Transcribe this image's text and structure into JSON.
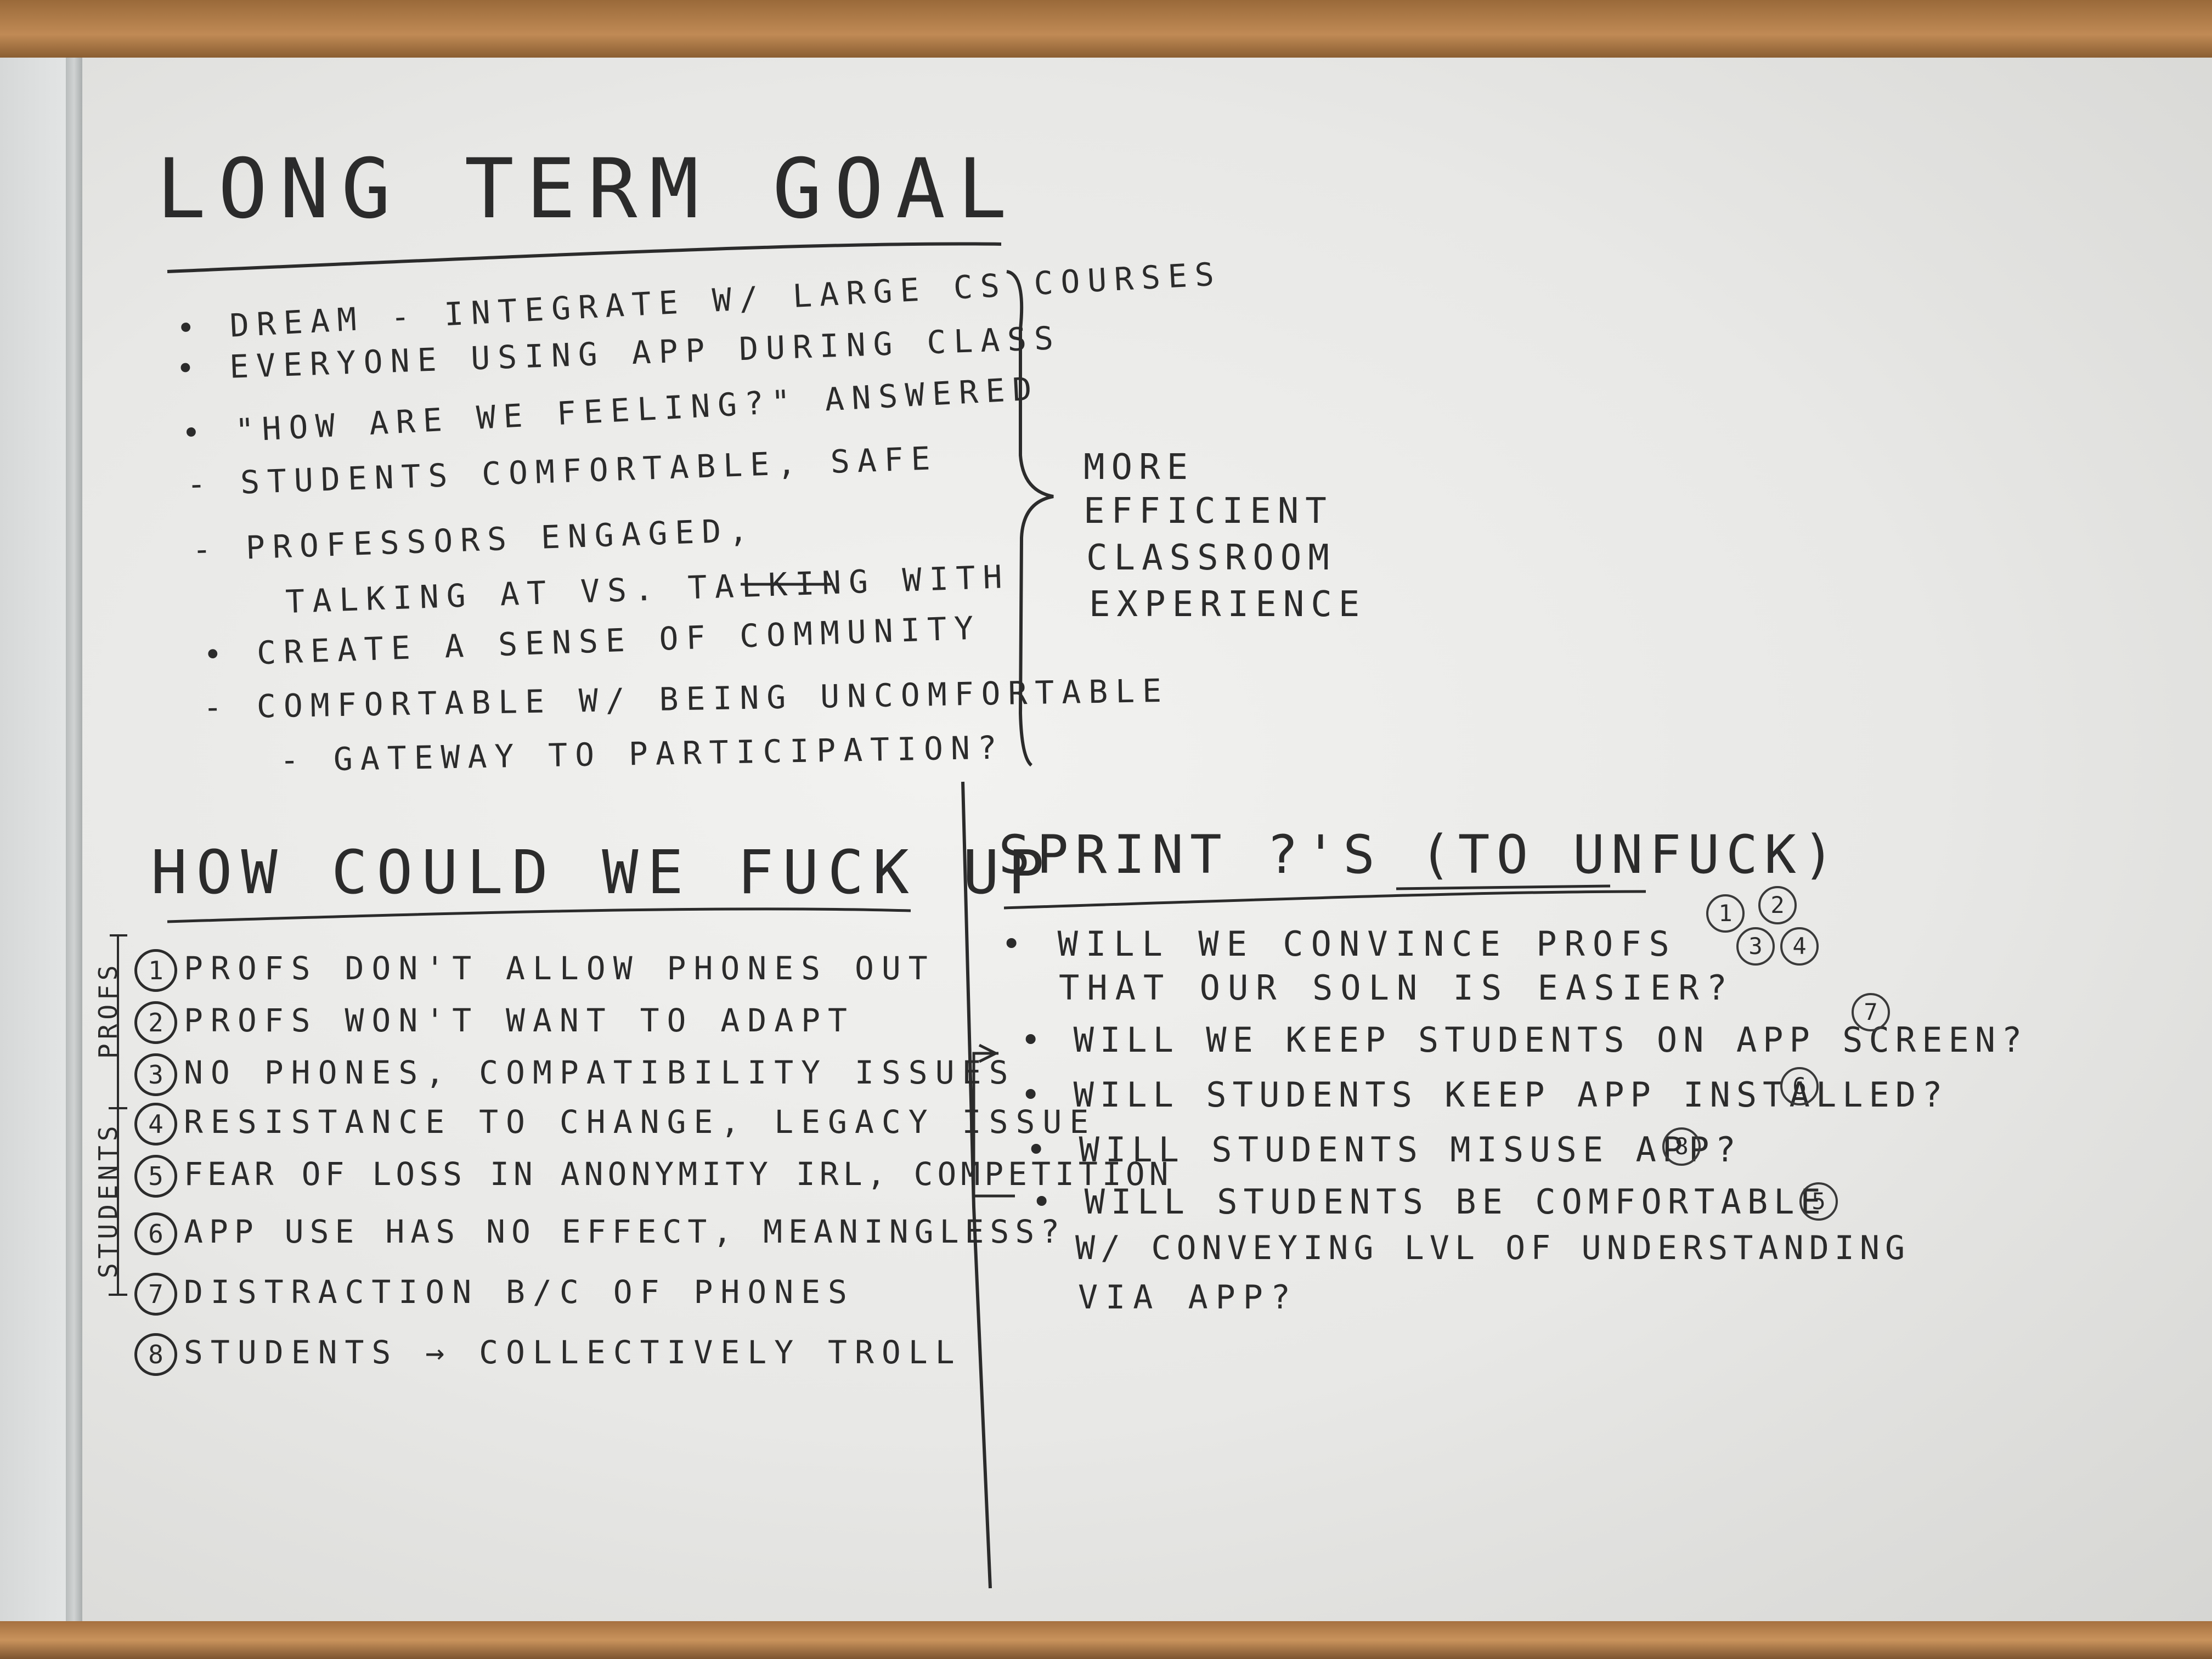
{
  "long_term_goal": {
    "title": "LONG TERM GOAL",
    "items": [
      "• DREAM - INTEGRATE w/ LARGE CS COURSES",
      "• EVERYONE USING APP DURING CLASS",
      "• \"HOW ARE WE FEELING?\" ANSWERED",
      "- STUDENTS COMFORTABLE, SAFE",
      "- PROFESSORS ENGAGED,",
      "TALKING AT VS. TALKING WITH",
      "• CREATE A SENSE OF COMMUNITY",
      "- COMFORTABLE w/ BEING UNCOMFORTABLE",
      "- GATEWAY TO PARTICIPATION?"
    ],
    "summary": [
      "MORE",
      "EFFICIENT",
      "CLASSROOM",
      "EXPERIENCE"
    ]
  },
  "how_could_we": {
    "title": "HOW COULD WE FUCK UP",
    "side_labels": {
      "profs": "PROFS",
      "students": "STUDENTS"
    },
    "items": [
      {
        "n": "1",
        "text": "PROFS DON'T ALLOW PHONES OUT"
      },
      {
        "n": "2",
        "text": "PROFS WON'T WANT TO ADAPT"
      },
      {
        "n": "3",
        "text": "NO PHONES, COMPATIBILITY ISSUES"
      },
      {
        "n": "4",
        "text": "RESISTANCE TO CHANGE, LEGACY ISSUE"
      },
      {
        "n": "5",
        "text": "FEAR OF LOSS IN ANONYMITY IRL, COMPETITION"
      },
      {
        "n": "6",
        "text": "APP USE HAS NO EFFECT, MEANINGLESS?"
      },
      {
        "n": "7",
        "text": "DISTRACTION B/C OF PHONES"
      },
      {
        "n": "8",
        "text": "STUDENTS → COLLECTIVELY TROLL"
      }
    ]
  },
  "sprint": {
    "title": "SPRINT ?'S (TO UNFUCK)",
    "items": [
      "• WILL WE CONVINCE PROFS",
      "THAT OUR SOLN IS EASIER?",
      "• WILL WE KEEP STUDENTS ON APP SCREEN?",
      "• WILL STUDENTS KEEP APP INSTALLED?",
      "• WILL STUDENTS MISUSE APP?",
      "• WILL STUDENTS BE COMFORTABLE",
      "w/ CONVEYING LVL OF UNDERSTANDING",
      "VIA APP?"
    ],
    "tags": [
      "1",
      "2",
      "3",
      "4",
      "7",
      "6",
      "8",
      "5"
    ]
  }
}
